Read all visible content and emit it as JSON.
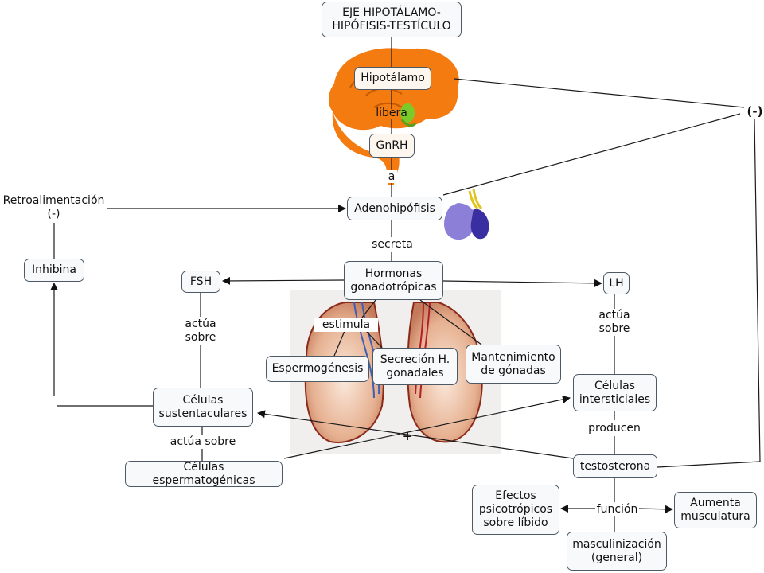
{
  "title": "EJE HIPOTÁLAMO-\nHIPÓFISIS-TESTÍCULO",
  "nodes": {
    "hipotalamo": "Hipotálamo",
    "gnrh": "GnRH",
    "adenohipofisis": "Adenohipófisis",
    "hormonas": "Hormonas\ngonadotrópicas",
    "fsh": "FSH",
    "lh": "LH",
    "inhibina": "Inhibina",
    "espermogenesis": "Espermogénesis",
    "secrecion": "Secreción H.\ngonadales",
    "mantenimiento": "Mantenimiento\nde gónadas",
    "sustentaculares": "Células\nsustentaculares",
    "intersticiales": "Células\nintersticiales",
    "espermatogenicas": "Células espermatogénicas",
    "testosterona": "testosterona",
    "efectos": "Efectos\npsicotrópicos\nsobre líbido",
    "musculatura": "Aumenta\nmusculatura",
    "masculinizacion": "masculinización\n(general)"
  },
  "labels": {
    "libera": "libera",
    "a": "a",
    "retro": "Retroalimentación\n(-)",
    "secreta": "secreta",
    "estimula": "estimula",
    "actua_fsh": "actúa\nsobre",
    "actua_lh": "actúa\nsobre",
    "actua_sobre": "actúa sobre",
    "producen": "producen",
    "funcion": "función",
    "minus": "(-)",
    "plus": "+"
  },
  "colors": {
    "brain": "#f47b10",
    "brain_dark": "#b85000",
    "pituitary": "#8c7fd8",
    "pituitary_dark": "#3a2fa0",
    "testis": "#e9b89a",
    "line": "#1a1a1a"
  }
}
